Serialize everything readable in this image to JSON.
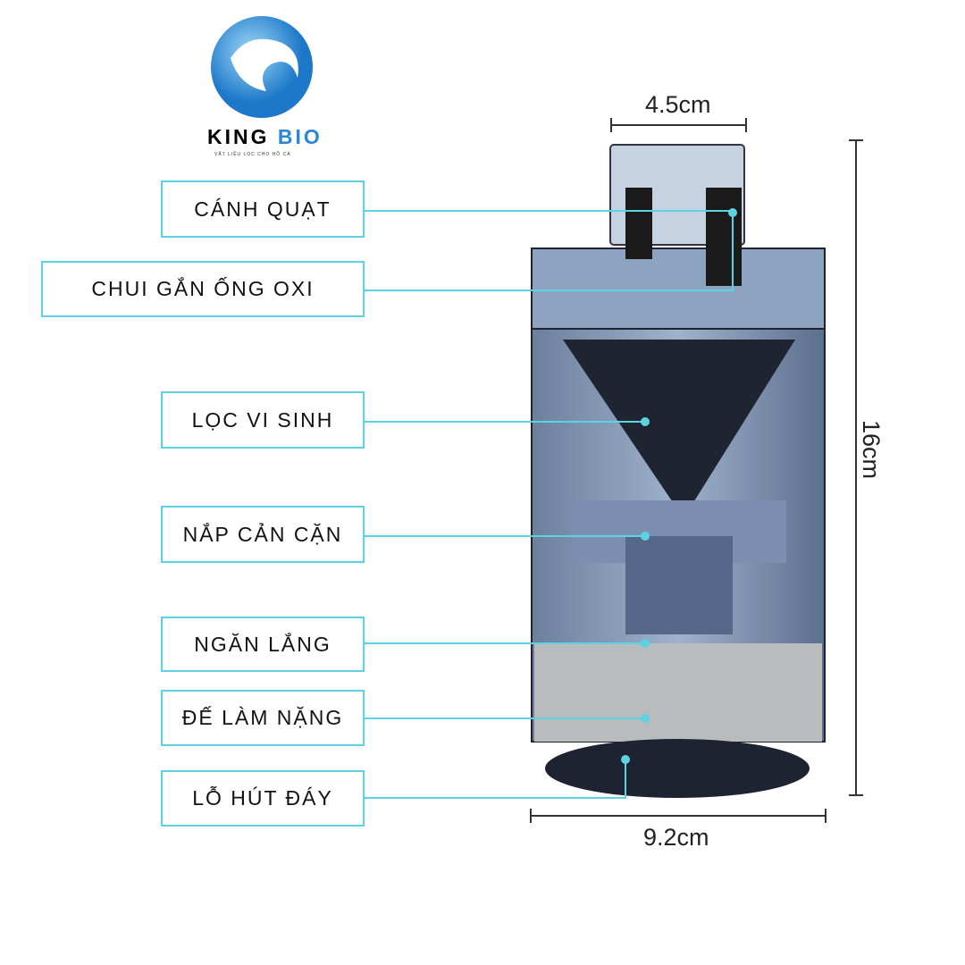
{
  "logo": {
    "name_part1": "KING",
    "name_part2": "BIO",
    "tagline": "VẬT LIỆU LỌC CHO HỒ CÁ"
  },
  "labels": [
    "CÁNH QUẠT",
    "CHUI GẮN ỐNG OXI",
    "LỌC VI SINH",
    "NẮP CẢN CẶN",
    "NGĂN LẮNG",
    "ĐẾ LÀM NẶNG",
    "LỖ HÚT ĐÁY"
  ],
  "dimensions": {
    "top_width": "4.5cm",
    "height": "16cm",
    "base_width": "9.2cm"
  },
  "watermark": "KING BIO",
  "colors": {
    "accent": "#5cd3e3",
    "logo_blue": "#2a86d6"
  }
}
